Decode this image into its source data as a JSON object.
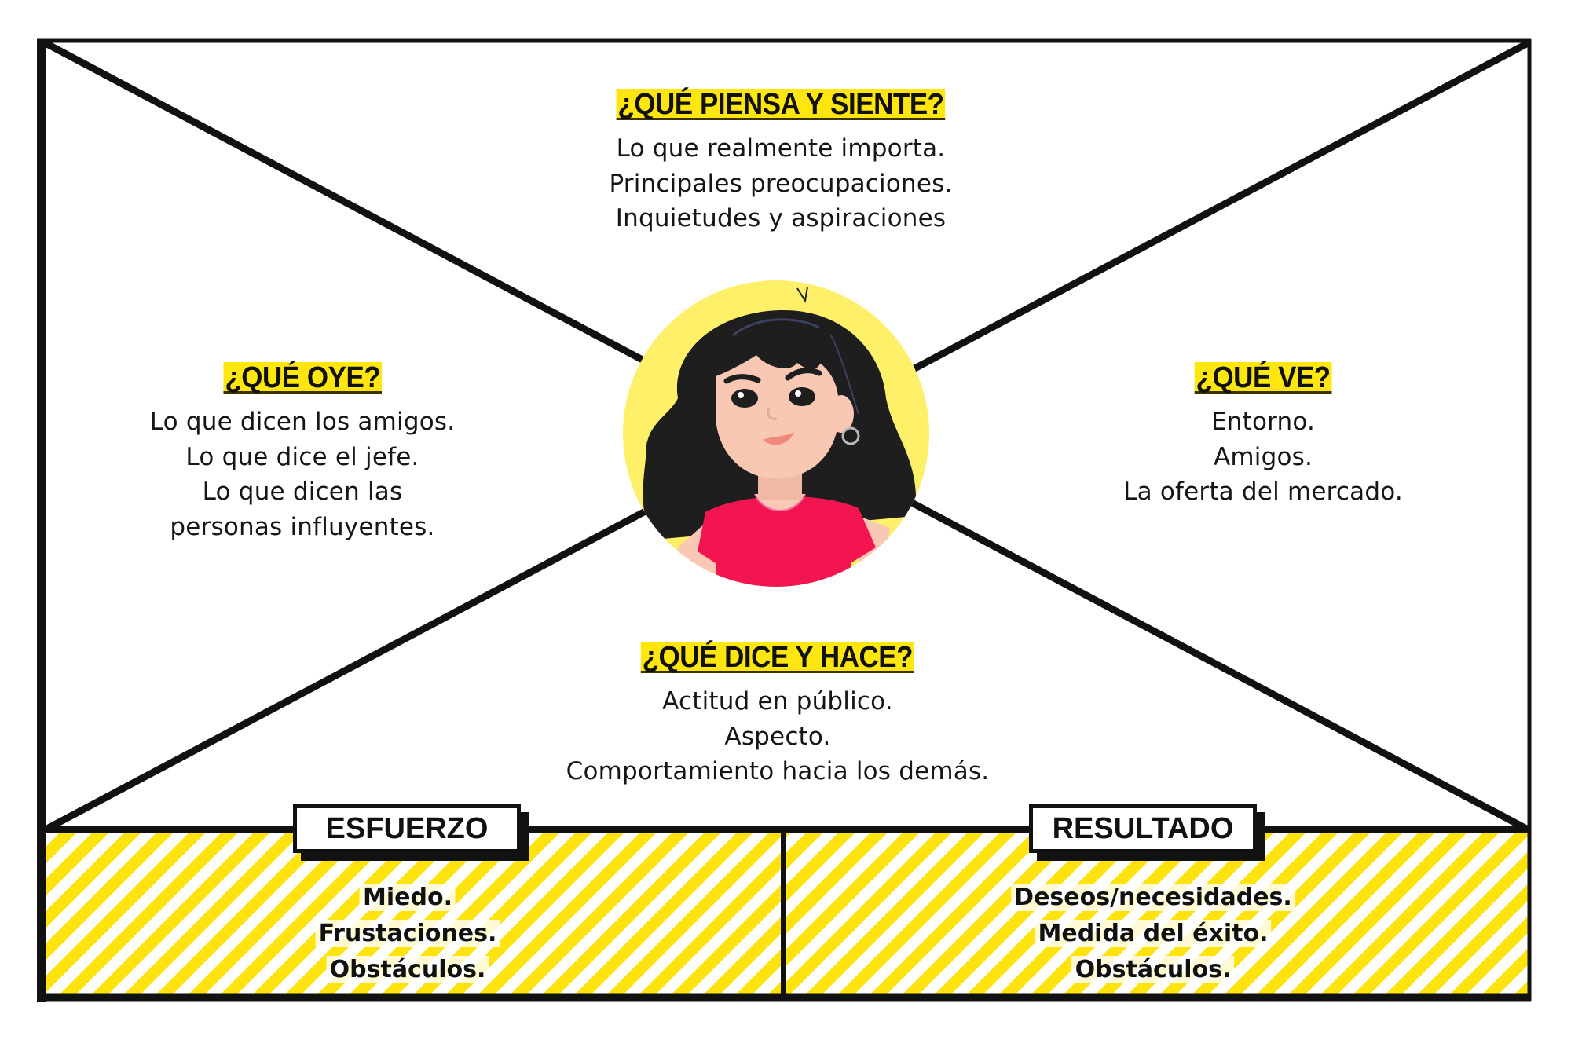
{
  "diagram": {
    "type": "empathy-map",
    "colors": {
      "line": "#111111",
      "highlight": "#ffe60f",
      "stripe_yellow": "#ffe30f",
      "avatar_bg": "#fff06a",
      "hair": "#1e1e1e",
      "skin": "#f8c8b4",
      "shirt": "#f3154f"
    }
  },
  "sections": {
    "top": {
      "heading": "¿QUÉ PIENSA Y SIENTE?",
      "lines": [
        "Lo que realmente importa.",
        "Principales preocupaciones.",
        "Inquietudes y aspiraciones"
      ]
    },
    "left": {
      "heading": "¿QUÉ OYE?",
      "lines": [
        "Lo que dicen los amigos.",
        "Lo que dice el jefe.",
        "Lo que dicen las",
        "personas influyentes."
      ]
    },
    "right": {
      "heading": "¿QUÉ VE?",
      "lines": [
        "Entorno.",
        "Amigos.",
        "La oferta del mercado."
      ]
    },
    "bottom": {
      "heading": "¿QUÉ DICE Y HACE?",
      "lines": [
        "Actitud en público.",
        "Aspecto.",
        "Comportamiento hacia los demás."
      ]
    }
  },
  "panels": {
    "effort": {
      "label": "ESFUERZO",
      "lines": [
        "Miedo.",
        "Frustaciones.",
        "Obstáculos."
      ]
    },
    "result": {
      "label": "RESULTADO",
      "lines": [
        "Deseos/necesidades.",
        "Medida del  éxito.",
        "Obstáculos."
      ]
    }
  },
  "avatar": {
    "icon": "woman-avatar-icon"
  }
}
